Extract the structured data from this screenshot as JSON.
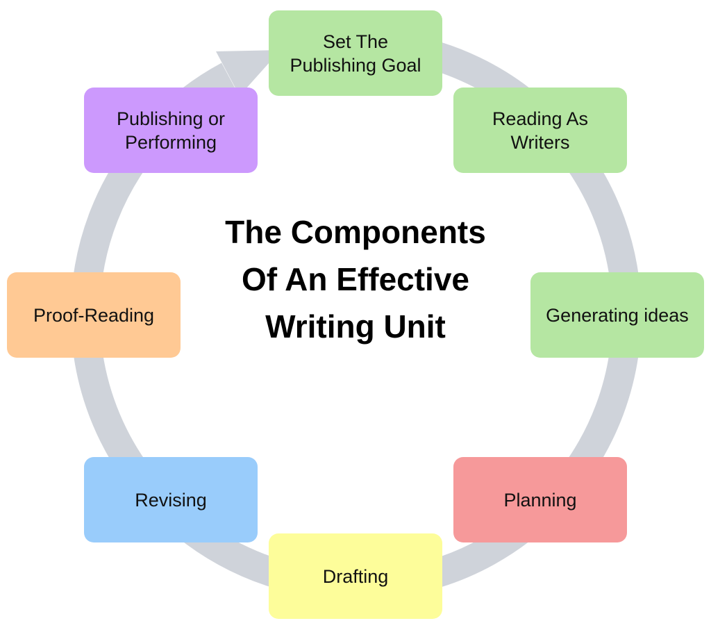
{
  "title": "The Components Of An Effective Writing Unit",
  "colors": {
    "ring": "#cfd3da",
    "green": "#b5e6a2",
    "red": "#f6999a",
    "yellow": "#fdfd9a",
    "blue": "#99ccfb",
    "orange": "#ffc994",
    "purple": "#cc99fd"
  },
  "steps": [
    {
      "label": "Set The Publishing Goal",
      "color": "#b5e6a2"
    },
    {
      "label": "Reading As Writers",
      "color": "#b5e6a2"
    },
    {
      "label": "Generating ideas",
      "color": "#b5e6a2"
    },
    {
      "label": "Planning",
      "color": "#f6999a"
    },
    {
      "label": "Drafting",
      "color": "#fdfd9a"
    },
    {
      "label": "Revising",
      "color": "#99ccfb"
    },
    {
      "label": "Proof-Reading",
      "color": "#ffc994"
    },
    {
      "label": "Publishing or Performing",
      "color": "#cc99fd"
    }
  ]
}
